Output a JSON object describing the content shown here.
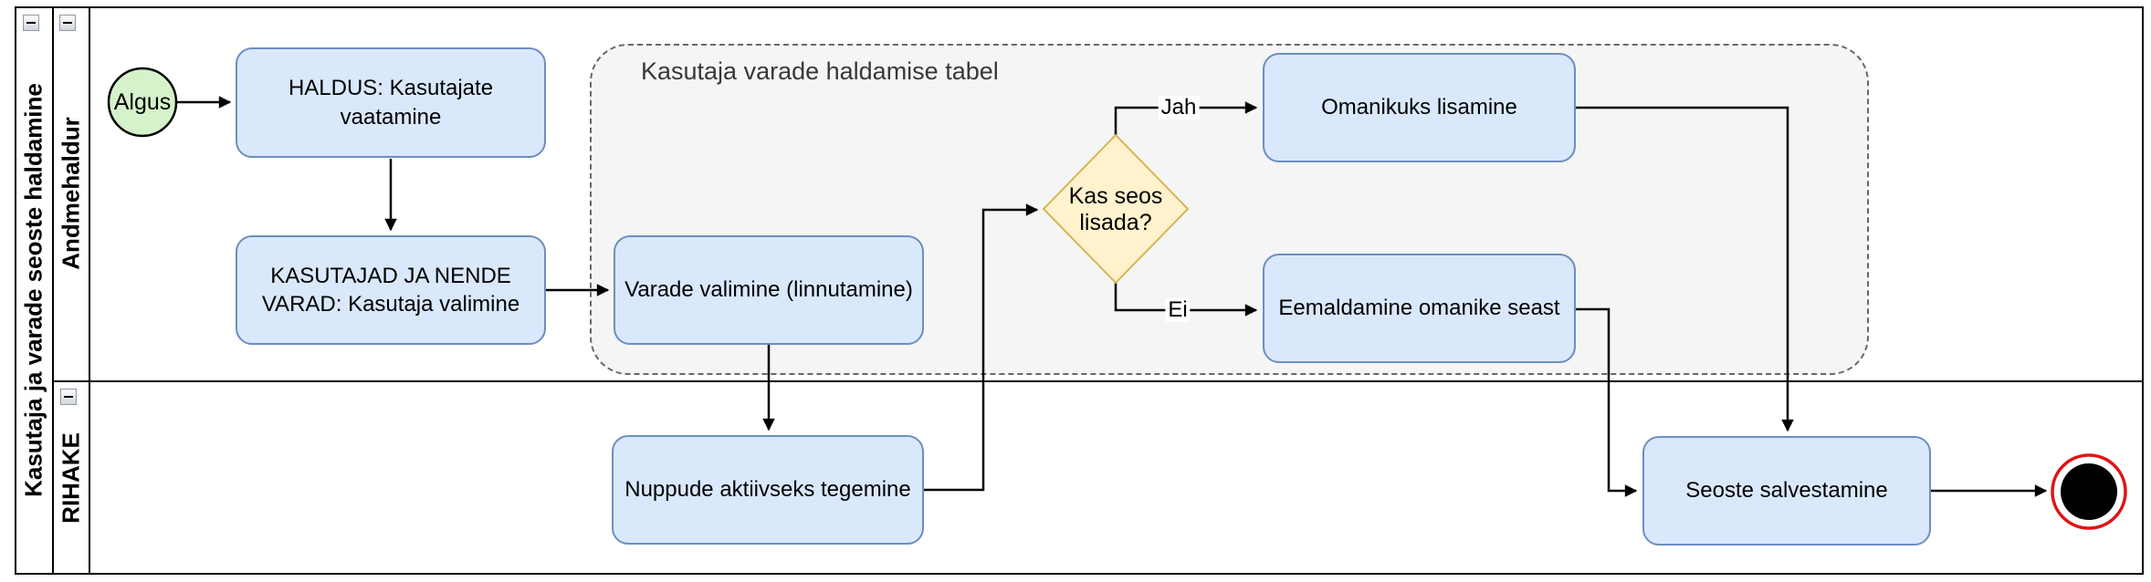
{
  "pool": {
    "title": "Kasutaja ja varade seoste haldamine"
  },
  "lanes": [
    {
      "name": "Andmehaldur"
    },
    {
      "name": "RIHAKE"
    }
  ],
  "group": {
    "label": "Kasutaja varade haldamise tabel"
  },
  "nodes": {
    "start": {
      "type": "start-event",
      "label": "Algus"
    },
    "haldus": {
      "type": "task",
      "label": "HALDUS: Kasutajate vaatamine"
    },
    "kasutajad": {
      "type": "task",
      "label": "KASUTAJAD JA NENDE VARAD: Kasutaja valimine"
    },
    "varade": {
      "type": "task",
      "label": "Varade valimine (linnutamine)"
    },
    "otsus": {
      "type": "decision",
      "label": "Kas seos lisada?"
    },
    "omanikuks": {
      "type": "task",
      "label": "Omanikuks lisamine"
    },
    "eemaldamine": {
      "type": "task",
      "label": "Eemaldamine omanike seast"
    },
    "nuppude": {
      "type": "task",
      "label": "Nuppude aktiivseks tegemine"
    },
    "seoste": {
      "type": "task",
      "label": "Seoste salvestamine"
    },
    "end": {
      "type": "end-event"
    }
  },
  "edges": {
    "jah_label": "Jah",
    "ei_label": "Ei"
  },
  "icons": {
    "collapse": "−"
  },
  "colors": {
    "node_fill": "#dae8fc",
    "node_stroke": "#6c8ebf",
    "start_fill": "#d5f2ca",
    "decision_fill": "#fff2cc",
    "decision_stroke": "#d6b656",
    "group_fill": "#f5f5f5",
    "end_ring": "#e01414",
    "end_core": "#000000"
  }
}
